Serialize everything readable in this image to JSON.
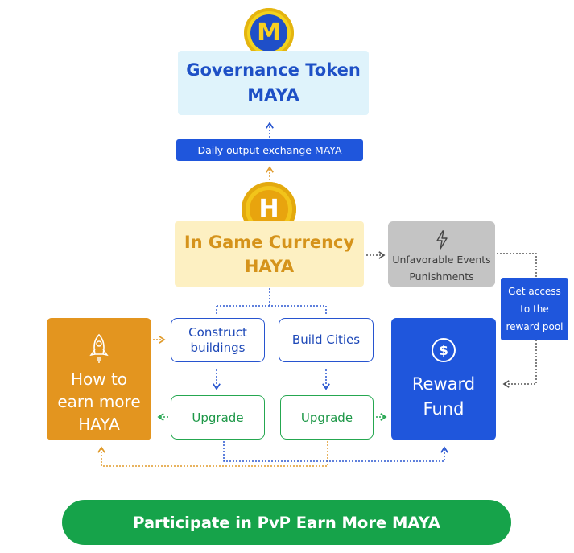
{
  "governance": {
    "line1": "Governance Token",
    "line2": "MAYA",
    "coin_glyph": "M"
  },
  "daily_exchange": {
    "label": "Daily output exchange MAYA"
  },
  "currency": {
    "line1": "In Game Currency",
    "line2": "HAYA",
    "coin_glyph": "H"
  },
  "unfavorable": {
    "icon": "lightning-icon",
    "line1": "Unfavorable Events",
    "line2": "Punishments"
  },
  "access": {
    "line1": "Get access",
    "line2": "to the",
    "line3": "reward pool"
  },
  "earn": {
    "icon": "rocket-icon",
    "line1": "How to",
    "line2": "earn more",
    "line3": "HAYA"
  },
  "construct": {
    "line1": "Construct",
    "line2": "buildings"
  },
  "cities": {
    "label": "Build Cities"
  },
  "upgrade_left": {
    "label": "Upgrade"
  },
  "upgrade_right": {
    "label": "Upgrade"
  },
  "reward": {
    "icon": "dollar-icon",
    "line1": "Reward",
    "line2": "Fund"
  },
  "footer": {
    "label": "Participate in PvP Earn More MAYA"
  },
  "colors": {
    "blue": "#1f56dc",
    "light_blue_bg": "#dff3fb",
    "orange": "#e3951f",
    "light_yellow_bg": "#fdf0c2",
    "green": "#16a34a",
    "gray": "#c4c4c4"
  }
}
